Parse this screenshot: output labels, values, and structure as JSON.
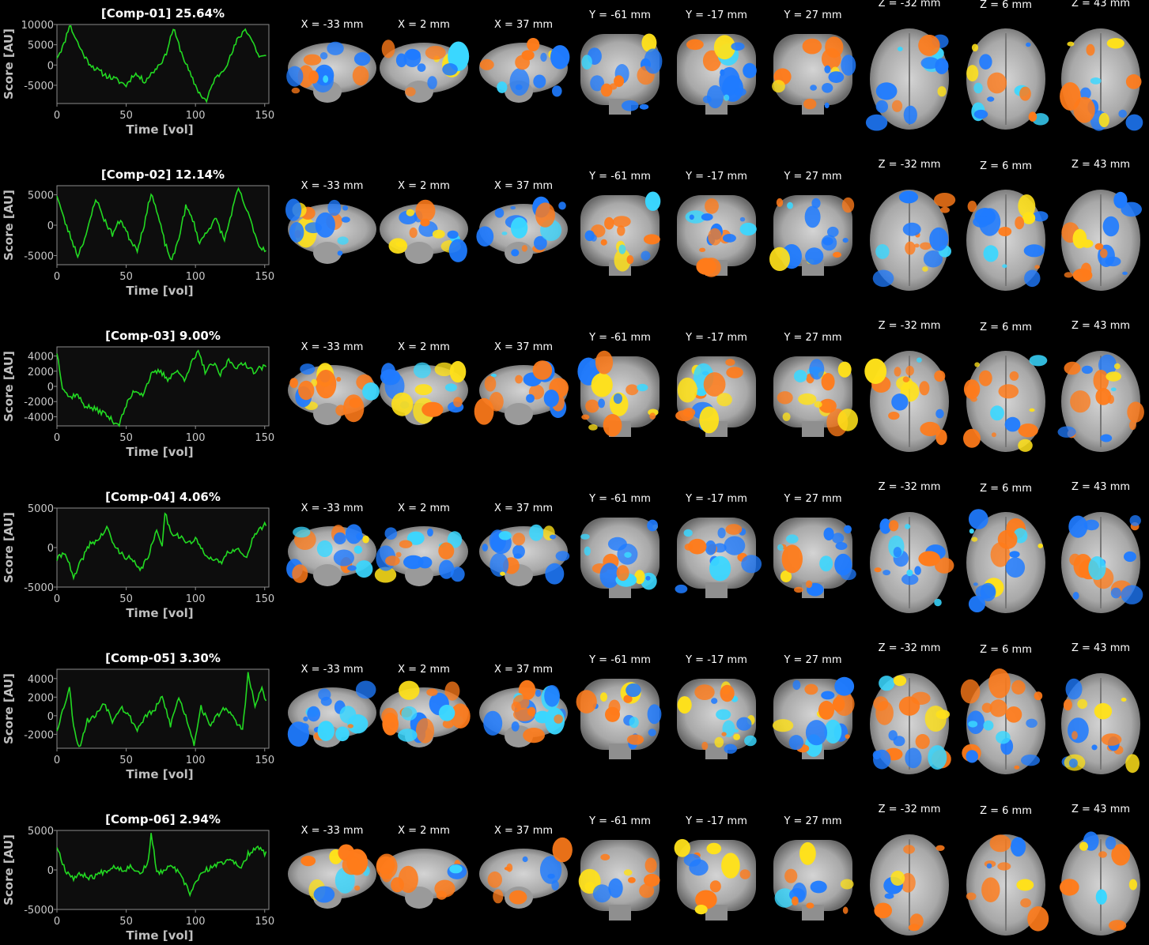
{
  "components": [
    {
      "title": "[Comp-01] 25.64%",
      "ylabel": "Score [AU]",
      "xlabel": "Time [vol]",
      "ylim": [
        -9500,
        10000
      ],
      "yticks": [
        "10000",
        "5000",
        "0",
        "-5000"
      ],
      "yticksVals": [
        10000,
        5000,
        0,
        -5000
      ],
      "xticks": [
        "0",
        "50",
        "100",
        "150"
      ],
      "xticksVals": [
        0,
        50,
        100,
        150
      ],
      "xlim": [
        0,
        153
      ],
      "seed": 11,
      "shape": [
        [
          0,
          2000
        ],
        [
          5,
          5000
        ],
        [
          9,
          10000
        ],
        [
          13,
          7000
        ],
        [
          17,
          4000
        ],
        [
          22,
          1000
        ],
        [
          28,
          -1000
        ],
        [
          35,
          -2500
        ],
        [
          42,
          -3500
        ],
        [
          50,
          -5000
        ],
        [
          56,
          -2000
        ],
        [
          63,
          -4000
        ],
        [
          70,
          -1500
        ],
        [
          78,
          2000
        ],
        [
          84,
          9000
        ],
        [
          90,
          3000
        ],
        [
          97,
          -3000
        ],
        [
          103,
          -7000
        ],
        [
          108,
          -9000
        ],
        [
          113,
          -4000
        ],
        [
          118,
          -2000
        ],
        [
          124,
          1000
        ],
        [
          130,
          6000
        ],
        [
          136,
          9000
        ],
        [
          141,
          6000
        ],
        [
          146,
          2000
        ],
        [
          151,
          2000
        ]
      ]
    },
    {
      "title": "[Comp-02] 12.14%",
      "ylabel": "Score [AU]",
      "xlabel": "Time [vol]",
      "ylim": [
        -6500,
        6500
      ],
      "yticks": [
        "5000",
        "0",
        "-5000"
      ],
      "yticksVals": [
        5000,
        0,
        -5000
      ],
      "xticks": [
        "0",
        "50",
        "100",
        "150"
      ],
      "xticksVals": [
        0,
        50,
        100,
        150
      ],
      "xlim": [
        0,
        153
      ],
      "seed": 23,
      "shape": [
        [
          0,
          5000
        ],
        [
          5,
          1000
        ],
        [
          10,
          -2000
        ],
        [
          15,
          -5000
        ],
        [
          22,
          -1000
        ],
        [
          28,
          4500
        ],
        [
          34,
          1000
        ],
        [
          40,
          -1500
        ],
        [
          46,
          1000
        ],
        [
          52,
          -2000
        ],
        [
          58,
          -4000
        ],
        [
          64,
          1000
        ],
        [
          68,
          5500
        ],
        [
          73,
          1500
        ],
        [
          78,
          -3000
        ],
        [
          83,
          -6000
        ],
        [
          88,
          -2000
        ],
        [
          93,
          3000
        ],
        [
          98,
          1000
        ],
        [
          103,
          -3000
        ],
        [
          108,
          -1000
        ],
        [
          115,
          1000
        ],
        [
          121,
          -2500
        ],
        [
          126,
          2000
        ],
        [
          131,
          6000
        ],
        [
          136,
          3000
        ],
        [
          141,
          0
        ],
        [
          146,
          -3500
        ],
        [
          151,
          -4000
        ]
      ]
    },
    {
      "title": "[Comp-03] 9.00%",
      "ylabel": "Score [AU]",
      "xlabel": "Time [vol]",
      "ylim": [
        -5200,
        5200
      ],
      "yticks": [
        "4000",
        "2000",
        "0",
        "-2000",
        "-4000"
      ],
      "yticksVals": [
        4000,
        2000,
        0,
        -2000,
        -4000
      ],
      "xticks": [
        "0",
        "50",
        "100",
        "150"
      ],
      "xticksVals": [
        0,
        50,
        100,
        150
      ],
      "xlim": [
        0,
        153
      ],
      "seed": 37,
      "shape": [
        [
          0,
          4500
        ],
        [
          4,
          0
        ],
        [
          9,
          -1500
        ],
        [
          14,
          -1000
        ],
        [
          20,
          -2500
        ],
        [
          27,
          -3000
        ],
        [
          34,
          -3500
        ],
        [
          40,
          -4500
        ],
        [
          45,
          -5000
        ],
        [
          50,
          -2500
        ],
        [
          56,
          -500
        ],
        [
          62,
          -1000
        ],
        [
          68,
          1500
        ],
        [
          74,
          2000
        ],
        [
          80,
          1000
        ],
        [
          86,
          2000
        ],
        [
          92,
          1000
        ],
        [
          97,
          3000
        ],
        [
          102,
          4500
        ],
        [
          107,
          2000
        ],
        [
          113,
          3000
        ],
        [
          118,
          1500
        ],
        [
          124,
          3500
        ],
        [
          130,
          2500
        ],
        [
          136,
          3000
        ],
        [
          142,
          2000
        ],
        [
          148,
          2500
        ],
        [
          151,
          2500
        ]
      ]
    },
    {
      "title": "[Comp-04] 4.06%",
      "ylabel": "Score [AU]",
      "xlabel": "Time [vol]",
      "ylim": [
        -5000,
        5000
      ],
      "yticks": [
        "5000",
        "0",
        "-5000"
      ],
      "yticksVals": [
        5000,
        0,
        -5000
      ],
      "xticks": [
        "0",
        "50",
        "100",
        "150"
      ],
      "xticksVals": [
        0,
        50,
        100,
        150
      ],
      "xlim": [
        0,
        153
      ],
      "seed": 41,
      "shape": [
        [
          0,
          -1500
        ],
        [
          6,
          -500
        ],
        [
          12,
          -4000
        ],
        [
          18,
          -1500
        ],
        [
          24,
          500
        ],
        [
          30,
          1000
        ],
        [
          36,
          2500
        ],
        [
          42,
          0
        ],
        [
          48,
          -1000
        ],
        [
          54,
          -1500
        ],
        [
          60,
          -3000
        ],
        [
          66,
          -1000
        ],
        [
          72,
          2000
        ],
        [
          76,
          500
        ],
        [
          78,
          4500
        ],
        [
          82,
          2000
        ],
        [
          88,
          1500
        ],
        [
          95,
          500
        ],
        [
          100,
          1000
        ],
        [
          106,
          -500
        ],
        [
          112,
          -1500
        ],
        [
          118,
          -2000
        ],
        [
          124,
          -500
        ],
        [
          130,
          0
        ],
        [
          136,
          -1500
        ],
        [
          142,
          1500
        ],
        [
          148,
          2500
        ],
        [
          151,
          3000
        ]
      ]
    },
    {
      "title": "[Comp-05] 3.30%",
      "ylabel": "Score [AU]",
      "xlabel": "Time [vol]",
      "ylim": [
        -3500,
        5000
      ],
      "yticks": [
        "4000",
        "2000",
        "0",
        "-2000"
      ],
      "yticksVals": [
        4000,
        2000,
        0,
        -2000
      ],
      "xticks": [
        "0",
        "50",
        "100",
        "150"
      ],
      "xticksVals": [
        0,
        50,
        100,
        150
      ],
      "xlim": [
        0,
        153
      ],
      "seed": 53,
      "shape": [
        [
          0,
          -1500
        ],
        [
          5,
          1000
        ],
        [
          9,
          3000
        ],
        [
          12,
          -1000
        ],
        [
          16,
          -3500
        ],
        [
          22,
          -500
        ],
        [
          28,
          0
        ],
        [
          34,
          1500
        ],
        [
          40,
          -500
        ],
        [
          46,
          1000
        ],
        [
          52,
          0
        ],
        [
          58,
          -1500
        ],
        [
          64,
          0
        ],
        [
          70,
          500
        ],
        [
          76,
          2000
        ],
        [
          82,
          -1000
        ],
        [
          88,
          2000
        ],
        [
          94,
          -500
        ],
        [
          99,
          -3000
        ],
        [
          104,
          1000
        ],
        [
          110,
          -1000
        ],
        [
          116,
          0
        ],
        [
          122,
          1000
        ],
        [
          128,
          -500
        ],
        [
          134,
          -1500
        ],
        [
          138,
          4500
        ],
        [
          143,
          1000
        ],
        [
          148,
          3000
        ],
        [
          151,
          1500
        ]
      ]
    },
    {
      "title": "[Comp-06] 2.94%",
      "ylabel": "Score [AU]",
      "xlabel": "Time [vol]",
      "ylim": [
        -5000,
        5000
      ],
      "yticks": [
        "5000",
        "0",
        "-5000"
      ],
      "yticksVals": [
        5000,
        0,
        -5000
      ],
      "xticks": [
        "0",
        "50",
        "100",
        "150"
      ],
      "xticksVals": [
        0,
        50,
        100,
        150
      ],
      "xlim": [
        0,
        153
      ],
      "seed": 67,
      "shape": [
        [
          0,
          3000
        ],
        [
          6,
          0
        ],
        [
          12,
          -1000
        ],
        [
          18,
          -500
        ],
        [
          24,
          -1000
        ],
        [
          30,
          -500
        ],
        [
          36,
          0
        ],
        [
          42,
          500
        ],
        [
          48,
          0
        ],
        [
          54,
          500
        ],
        [
          60,
          -500
        ],
        [
          66,
          1000
        ],
        [
          68,
          5000
        ],
        [
          72,
          -500
        ],
        [
          78,
          0
        ],
        [
          84,
          500
        ],
        [
          90,
          -1000
        ],
        [
          96,
          -3000
        ],
        [
          102,
          -1000
        ],
        [
          108,
          0
        ],
        [
          114,
          500
        ],
        [
          120,
          1000
        ],
        [
          126,
          1500
        ],
        [
          132,
          0
        ],
        [
          138,
          2000
        ],
        [
          144,
          3000
        ],
        [
          151,
          2000
        ]
      ]
    }
  ],
  "slice_labels": [
    "X = -33 mm",
    "X = 2 mm",
    "X = 37 mm",
    "Y = -61 mm",
    "Y = -17 mm",
    "Y = 27 mm",
    "Z = -32 mm",
    "Z = 6 mm",
    "Z = 43 mm"
  ],
  "colors": {
    "background": "#000000",
    "trace": "#22d922",
    "plot_bg": "#0d0d0d",
    "axis": "#8c8c8c",
    "brain": "#bdbdbd",
    "pos": "#ff7b1a",
    "pos_hi": "#ffe11a",
    "neg": "#1f7bff",
    "neg_hi": "#3ad7ff"
  }
}
